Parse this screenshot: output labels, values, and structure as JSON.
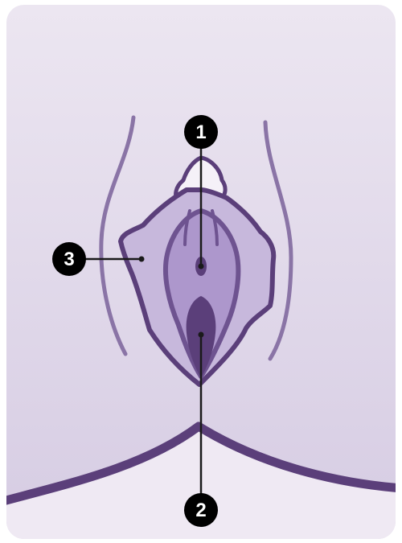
{
  "colors": {
    "background_top": "#ece6f1",
    "background_bottom": "#d6cce3",
    "skin_lower": "#efe9f3",
    "outline": "#5b3f7a",
    "body_line": "#8a74a6",
    "outer_fill": "#c7b8dc",
    "inner_fill": "#ad97cc",
    "inner_outline": "#6e5390",
    "opening_fill": "#5b3f7a",
    "hood_fill": "#f5f1f8",
    "marker_fill": "#000000",
    "marker_text": "#ffffff",
    "leader_line": "#1a1a1a"
  },
  "markers": [
    {
      "id": "1",
      "label": "1"
    },
    {
      "id": "2",
      "label": "2"
    },
    {
      "id": "3",
      "label": "3"
    }
  ]
}
